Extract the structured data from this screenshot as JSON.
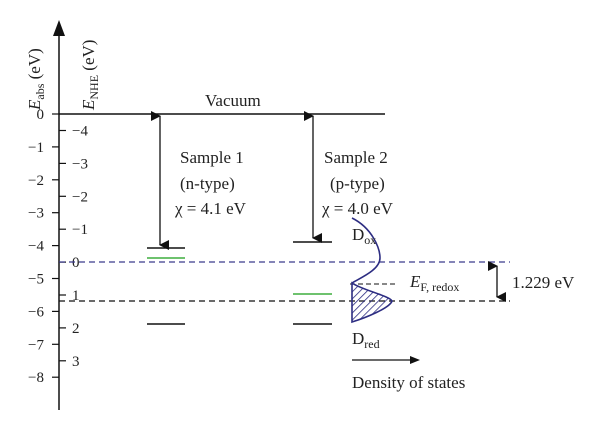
{
  "axes": {
    "abs_label_main": "E",
    "abs_label_sub": "abs",
    "abs_label_unit": " (eV)",
    "nhe_label_main": "E",
    "nhe_label_sub": "NHE",
    "nhe_label_unit": " (eV)",
    "abs_ticks": [
      "0",
      "−1",
      "−2",
      "−3",
      "−4",
      "−5",
      "−6",
      "−7",
      "−8"
    ],
    "nhe_ticks": [
      "−4",
      "−3",
      "−2",
      "−1",
      "0",
      "1",
      "2",
      "3"
    ]
  },
  "vacuum_label": "Vacuum",
  "samples": [
    {
      "name": "Sample 1",
      "type": "(n-type)",
      "chi": "χ = 4.1 eV"
    },
    {
      "name": "Sample 2",
      "type": "(p-type)",
      "chi": "χ = 4.0 eV"
    }
  ],
  "redox": {
    "d_ox_main": "D",
    "d_ox_sub": "ox",
    "d_red_main": "D",
    "d_red_sub": "red",
    "ef_main": "E",
    "ef_sub": "F, redox",
    "gap_label": "1.229 eV",
    "dos_label": "Density of states"
  },
  "colors": {
    "line": "#111111",
    "dashed_blue": "#3a3a8c",
    "green_level": "#3fae3f",
    "dist_stroke": "#2d2d82"
  }
}
